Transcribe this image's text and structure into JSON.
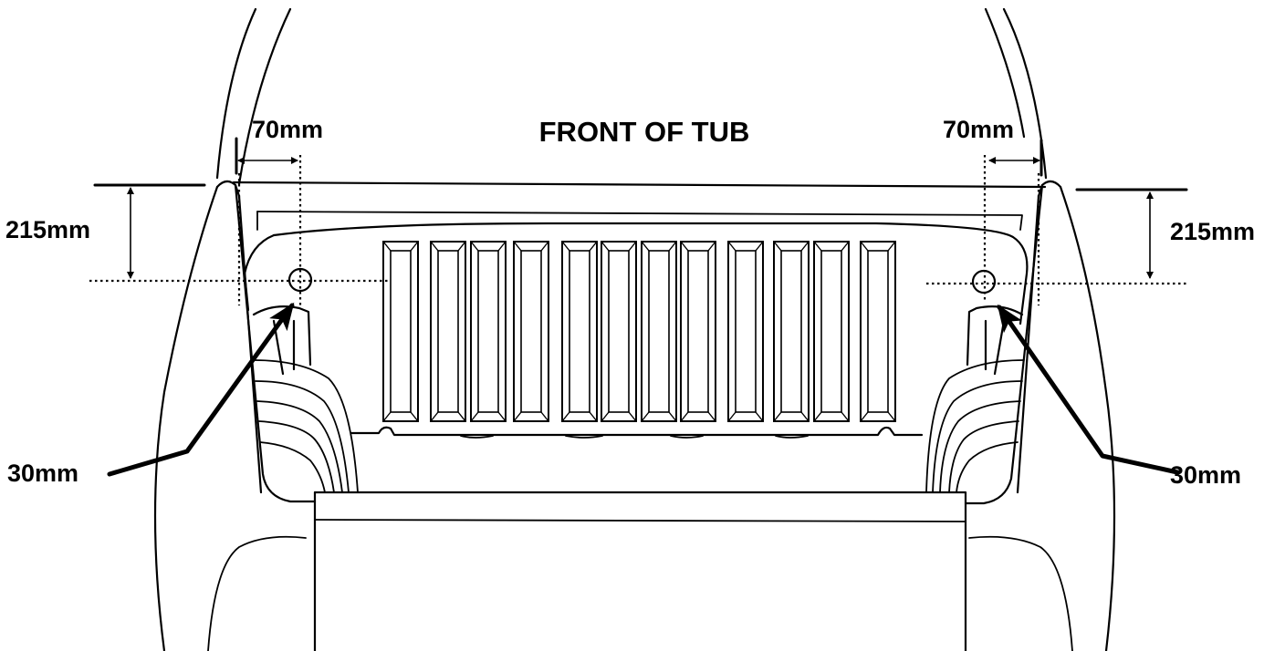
{
  "title": "FRONT OF TUB",
  "left": {
    "horizontal_dimension": "70mm",
    "vertical_dimension": "215mm",
    "hole_diameter": "30mm"
  },
  "right": {
    "horizontal_dimension": "70mm",
    "vertical_dimension": "215mm",
    "hole_diameter": "30mm"
  },
  "colors": {
    "line": "#000000",
    "background": "#ffffff"
  }
}
